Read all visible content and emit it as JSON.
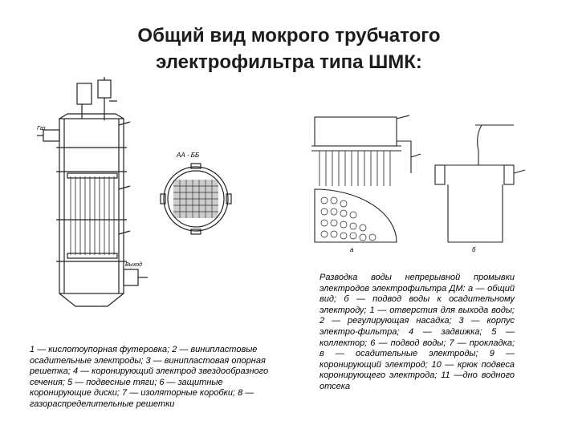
{
  "title": {
    "line1": "Общий вид мокрого трубчатого",
    "line2": "электрофильтра типа ШМК:"
  },
  "left_caption": "1 — кислотоупорная футеровка; 2 — винипластовые осадительные электроды; 3 — винипластовая опорная решетка; 4 — коронирующий электрод звездообразного сечения; 5 — подвесные тяги; 6 — защитные коронирующие диски; 7 — изоляторные коробки; 8 — газораспределительные решетки",
  "right_caption": "Разводка воды непрерывной промывки электродов электрофильтра ДМ: а — общий вид; б — подвод воды к осадительному электроду; 1 — отверстия для выхода воды; 2 — регулирующая насадка; 3 — корпус электро-фильтра; 4 — задвижка; 5 — коллектор; 6 — подвод воды; 7 — прокладка; в — осадительные электроды; 9 — коронирующий электрод; 10 — крюк подвеса коронирующего электрода; 11 —дно водного отсека",
  "drawing_labels": {
    "section": "АА - ББ",
    "inlet": "Газ",
    "outlet": "Выход",
    "a": "а",
    "b": "б"
  }
}
